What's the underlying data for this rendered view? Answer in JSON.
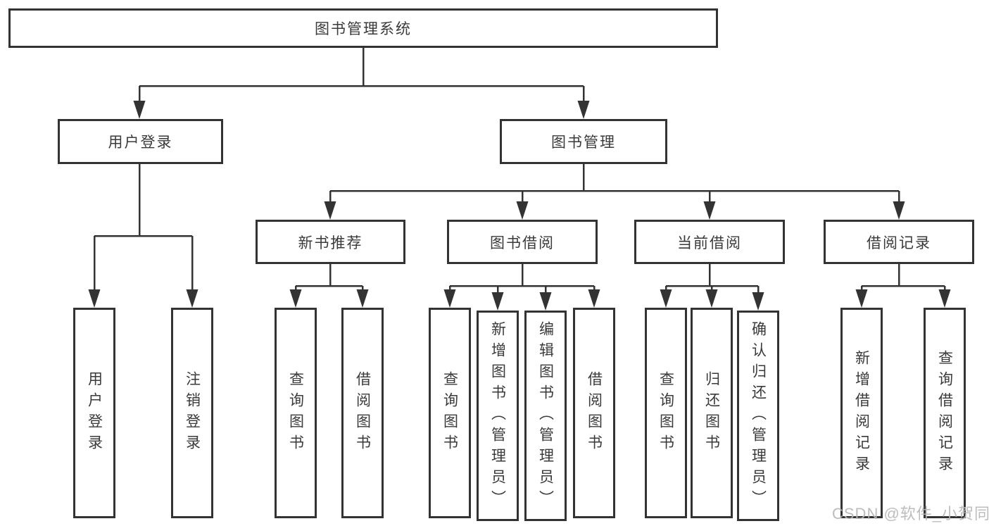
{
  "page": {
    "background": "#ffffff"
  },
  "colors": {
    "line": "#333333",
    "box_border": "#333333",
    "text": "#3a3a3a",
    "watermark": "#b6b6b6"
  },
  "watermark": {
    "text": "CSDN @软件_小贺同学"
  },
  "tree": {
    "root": {
      "label": "图书管理系统"
    },
    "branches": [
      {
        "label": "用户登录",
        "children": [
          "用户登录",
          "注销登录"
        ]
      },
      {
        "label": "图书管理",
        "groups": [
          {
            "label": "新书推荐",
            "children": [
              "查询图书",
              "借阅图书"
            ]
          },
          {
            "label": "图书借阅",
            "children": [
              "查询图书",
              "新增图书（管理员）",
              "编辑图书（管理员）",
              "借阅图书"
            ]
          },
          {
            "label": "当前借阅",
            "children": [
              "查询图书",
              "归还图书",
              "确认归还（管理员）"
            ]
          },
          {
            "label": "借阅记录",
            "children": [
              "新增借阅记录",
              "查询借阅记录"
            ]
          }
        ]
      }
    ]
  }
}
